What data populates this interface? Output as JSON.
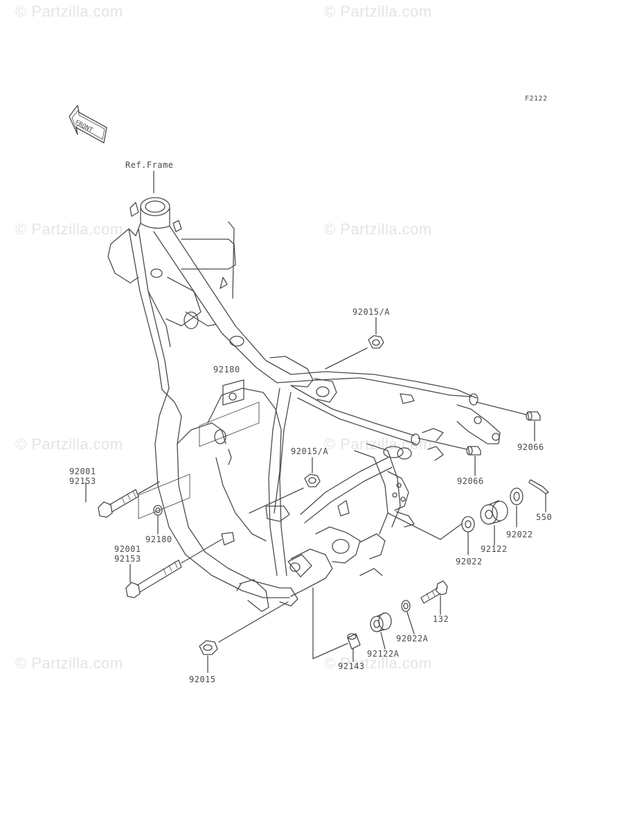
{
  "watermark": "© Partzilla.com",
  "diagram_code": "F2122",
  "front_arrow": "FRONT",
  "reference": "Ref.Frame",
  "parts": {
    "p92015_a_top": "92015/A",
    "p92180_top": "92180",
    "p92015_a_mid": "92015/A",
    "p92066_right": "92066",
    "p92066_mid": "92066",
    "p550": "550",
    "p92022_right": "92022",
    "p92122": "92122",
    "p92022_mid": "92022",
    "p92001_top": "92001",
    "p92153_top": "92153",
    "p92180_bottom": "92180",
    "p92001_bottom": "92001",
    "p92153_bottom": "92153",
    "p132": "132",
    "p92022a": "92022A",
    "p92122a": "92122A",
    "p92143": "92143",
    "p92015": "92015"
  },
  "colors": {
    "line": "#4a4a4a",
    "watermark": "#e4e4e4"
  }
}
